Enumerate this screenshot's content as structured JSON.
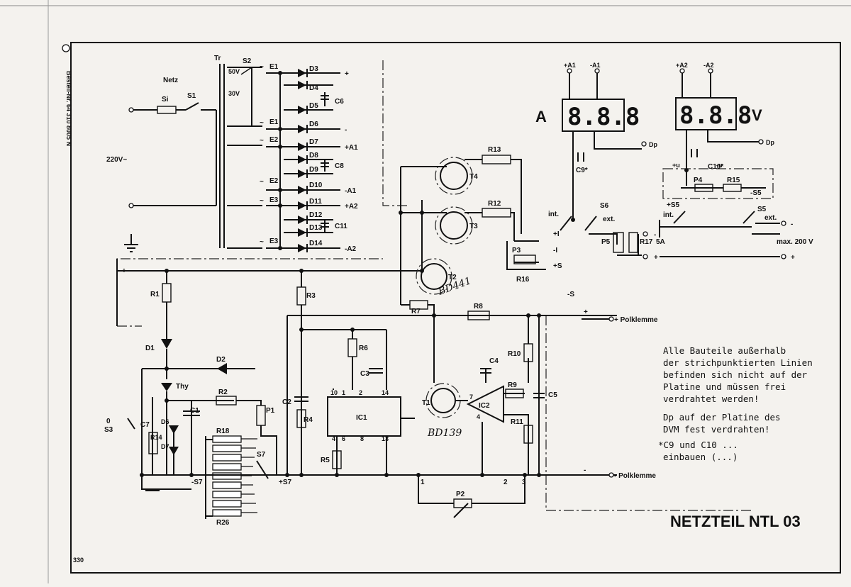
{
  "margin": {
    "order_text": "Bestell-Nr. 64 310 8005 N",
    "page_number": "330"
  },
  "title": "NETZTEIL NTL 03",
  "mains": {
    "label_netz": "Netz",
    "voltage": "220V~",
    "fuse": "Si",
    "switch": "S1",
    "transformer": "Tr",
    "tap_switch": "S2",
    "tap_high": "50V",
    "tap_low": "30V"
  },
  "windings": [
    "E1",
    "E1",
    "E2",
    "E2",
    "E3",
    "E3"
  ],
  "diodes": [
    "D3",
    "D4",
    "D5",
    "D6",
    "D7",
    "D8",
    "D9",
    "D10",
    "D11",
    "D12",
    "D13",
    "D14"
  ],
  "supply_terminals": [
    "+",
    "-",
    "+A1",
    "-A1",
    "+A2",
    "-A2"
  ],
  "capacitors_rectifier": [
    "C6",
    "C8",
    "C11"
  ],
  "transistors": {
    "t4": "T4",
    "t3": "T3",
    "t2": "T2",
    "t2_type": "BD441",
    "t1": "T1",
    "t1_type": "BD139"
  },
  "resistors": {
    "r1": "R1",
    "r2": "R2",
    "r3": "R3",
    "r4": "R4",
    "r5": "R5",
    "r6": "R6",
    "r7": "R7",
    "r8": "R8",
    "r9": "R9",
    "r10": "R10",
    "r11": "R11",
    "r12": "R12",
    "r13": "R13",
    "r14": "R14",
    "r15": "R15",
    "r16": "R16",
    "r17": "R17",
    "r18": "R18",
    "r26": "R26"
  },
  "pots": {
    "p1": "P1",
    "p2": "P2",
    "p3": "P3",
    "p4": "P4",
    "p5": "P5"
  },
  "caps": {
    "c1": "C1",
    "c2": "C2",
    "c3": "C3",
    "c4": "C4",
    "c5": "C5",
    "c7": "C7",
    "c9": "C9*",
    "c10": "C10*"
  },
  "ics": {
    "ic1": "IC1",
    "ic2": "IC2"
  },
  "ic1_pins": {
    "top": [
      "10",
      "1",
      "2",
      "14"
    ],
    "bottom": [
      "4",
      "6",
      "8",
      "13"
    ]
  },
  "misc": {
    "d1": "D1",
    "d2": "D2",
    "d6": "D6",
    "d7": "D7",
    "thy": "Thy",
    "s3": "S3",
    "s3_pos": "0",
    "s7": "S7",
    "s7_minus": "-S7",
    "s7_plus": "+S7",
    "node1": "1",
    "node2": "2",
    "node3": "3",
    "pin7": "7",
    "pin4": "4"
  },
  "meters": {
    "amp_letter": "A",
    "volt_letter": "V",
    "amp_reading": "8.8.8",
    "volt_reading": "8.8.8",
    "amp_terms": [
      "+A1",
      "-A1"
    ],
    "volt_terms": [
      "+A2",
      "-A2"
    ],
    "dp": "Dp"
  },
  "switch_labels": {
    "s6": "S6",
    "s5": "S5",
    "plus_s5": "+S5",
    "minus_s5": "-S5",
    "int1": "int.",
    "ext1": "ext.",
    "int2": "int.",
    "ext2": "ext.",
    "range_5a": "5A",
    "max_v": "max. 200 V",
    "plus_i": "+I",
    "minus_i": "-I",
    "plus_s": "+S",
    "minus_s": "-S",
    "plus_u": "+u",
    "minus_u": "-u"
  },
  "outputs": {
    "polklemme_pos": "+ Polklemme",
    "polklemme_neg": "- Polklemme"
  },
  "notes": [
    "Alle Bauteile außerhalb",
    "der strichpunktierten Linien",
    "befinden sich nicht auf der",
    "Platine und müssen frei",
    "verdrahtet werden!",
    "Dp auf der Platine des",
    "DVM fest verdrahten!",
    "*C9 und C10 ...",
    "einbauen (...)"
  ]
}
